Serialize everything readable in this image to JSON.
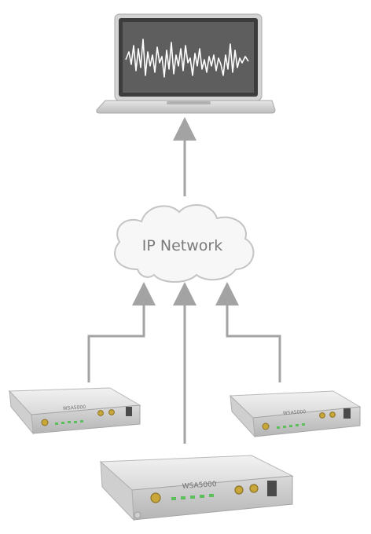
{
  "network": {
    "label": "IP Network"
  },
  "devices": {
    "left": {
      "model": "WSA5000"
    },
    "right": {
      "model": "WSA5000"
    },
    "center": {
      "model": "WSA5000"
    }
  },
  "colors": {
    "arrow": "#a3a3a3",
    "laptop_body": "#d6d6d6",
    "laptop_bezel": "#3d3d3d",
    "screen": "#5e5e5e",
    "waveform": "#ffffff",
    "cloud_fill": "#f7f7f7",
    "cloud_stroke": "#c4c4c4",
    "device_body": "#e3e3e3",
    "device_led": "#5cbf5c",
    "connector": "#c9a63a"
  },
  "icons": [
    "laptop-icon",
    "waveform-icon",
    "cloud-icon",
    "arrow-up-icon",
    "rf-analyzer-device-icon"
  ]
}
